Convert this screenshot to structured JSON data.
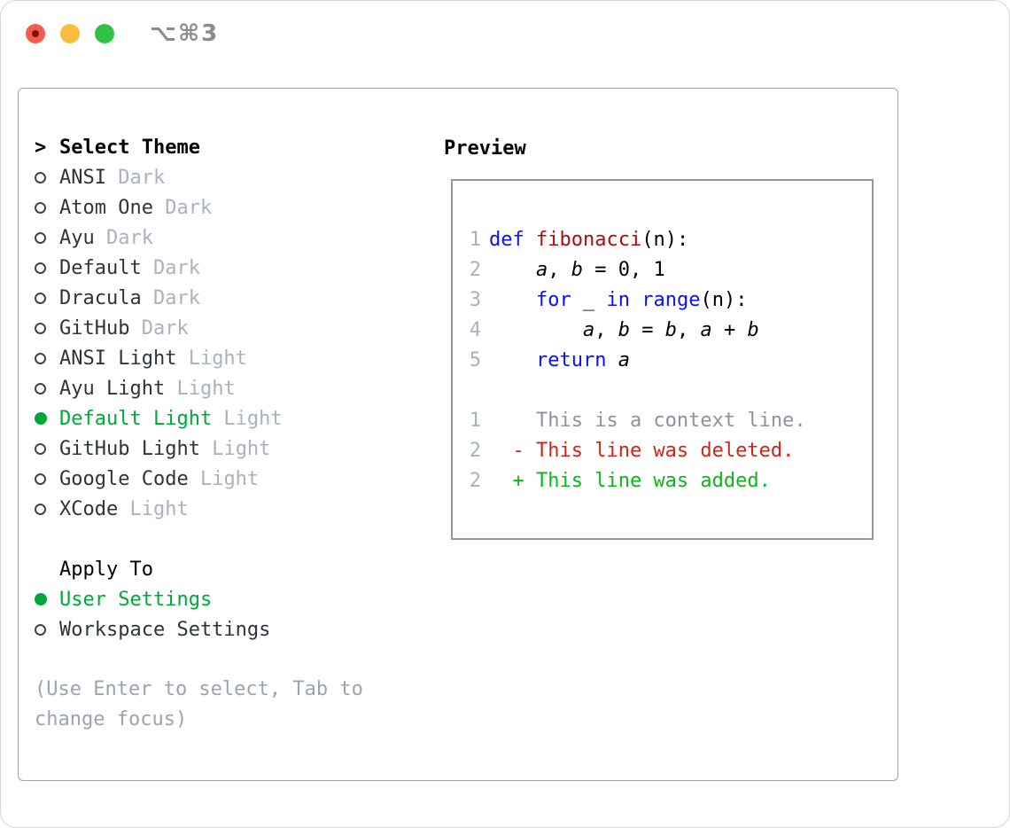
{
  "titlebar": {
    "title": "⌥⌘3",
    "traffic_lights": [
      "close",
      "minimize",
      "zoom"
    ]
  },
  "theme_list": {
    "caret": ">",
    "header": "Select Theme",
    "items": [
      {
        "name": "ANSI",
        "variant": "Dark",
        "selected": false
      },
      {
        "name": "Atom One",
        "variant": "Dark",
        "selected": false
      },
      {
        "name": "Ayu",
        "variant": "Dark",
        "selected": false
      },
      {
        "name": "Default",
        "variant": "Dark",
        "selected": false
      },
      {
        "name": "Dracula",
        "variant": "Dark",
        "selected": false
      },
      {
        "name": "GitHub",
        "variant": "Dark",
        "selected": false
      },
      {
        "name": "ANSI Light",
        "variant": "Light",
        "selected": false
      },
      {
        "name": "Ayu Light",
        "variant": "Light",
        "selected": false
      },
      {
        "name": "Default Light",
        "variant": "Light",
        "selected": true
      },
      {
        "name": "GitHub Light",
        "variant": "Light",
        "selected": false
      },
      {
        "name": "Google Code",
        "variant": "Light",
        "selected": false
      },
      {
        "name": "XCode",
        "variant": "Light",
        "selected": false
      }
    ]
  },
  "apply_to": {
    "header": "Apply To",
    "options": [
      {
        "label": "User Settings",
        "selected": true
      },
      {
        "label": "Workspace Settings",
        "selected": false
      }
    ]
  },
  "hint": "(Use Enter to select, Tab to change focus)",
  "preview": {
    "header": "Preview",
    "lines": [
      {
        "num": "1",
        "tokens": [
          {
            "t": "def",
            "c": "kw"
          },
          {
            "t": " ",
            "c": "pl"
          },
          {
            "t": "fibonacci",
            "c": "fn"
          },
          {
            "t": "(n):",
            "c": "pl"
          }
        ]
      },
      {
        "num": "2",
        "tokens": [
          {
            "t": "    ",
            "c": "pl"
          },
          {
            "t": "a",
            "c": "var"
          },
          {
            "t": ", ",
            "c": "pl"
          },
          {
            "t": "b",
            "c": "var"
          },
          {
            "t": " = 0, 1",
            "c": "pl"
          }
        ]
      },
      {
        "num": "3",
        "tokens": [
          {
            "t": "    ",
            "c": "pl"
          },
          {
            "t": "for",
            "c": "kw"
          },
          {
            "t": " _ ",
            "c": "pl"
          },
          {
            "t": "in",
            "c": "kw"
          },
          {
            "t": " ",
            "c": "pl"
          },
          {
            "t": "range",
            "c": "kw"
          },
          {
            "t": "(n):",
            "c": "pl"
          }
        ]
      },
      {
        "num": "4",
        "tokens": [
          {
            "t": "        ",
            "c": "pl"
          },
          {
            "t": "a",
            "c": "var"
          },
          {
            "t": ", ",
            "c": "pl"
          },
          {
            "t": "b",
            "c": "var"
          },
          {
            "t": " = ",
            "c": "pl"
          },
          {
            "t": "b",
            "c": "var"
          },
          {
            "t": ", ",
            "c": "pl"
          },
          {
            "t": "a",
            "c": "var"
          },
          {
            "t": " + ",
            "c": "pl"
          },
          {
            "t": "b",
            "c": "var"
          }
        ]
      },
      {
        "num": "5",
        "tokens": [
          {
            "t": "    ",
            "c": "pl"
          },
          {
            "t": "return",
            "c": "kw"
          },
          {
            "t": " ",
            "c": "pl"
          },
          {
            "t": "a",
            "c": "var"
          }
        ]
      },
      {
        "num": "",
        "tokens": []
      },
      {
        "num": "1",
        "tokens": [
          {
            "t": "    This is a context line.",
            "c": "ctx"
          }
        ]
      },
      {
        "num": "2",
        "tokens": [
          {
            "t": "  - This line was deleted.",
            "c": "del"
          }
        ]
      },
      {
        "num": "2",
        "tokens": [
          {
            "t": "  + This line was added.",
            "c": "add"
          }
        ]
      }
    ]
  },
  "colors": {
    "selection_green": "#00a83a",
    "keyword_blue": "#0a12f0",
    "function_red": "#a31111",
    "diff_deleted_red": "#c9271a",
    "diff_added_green": "#12b31f",
    "line_number_gray": "#a9b2bf",
    "context_gray": "#8c939d",
    "muted_gray": "#a9b2bf",
    "traffic_red": "#f45c50",
    "traffic_yellow": "#f8bd3f",
    "traffic_green": "#2fc246"
  }
}
